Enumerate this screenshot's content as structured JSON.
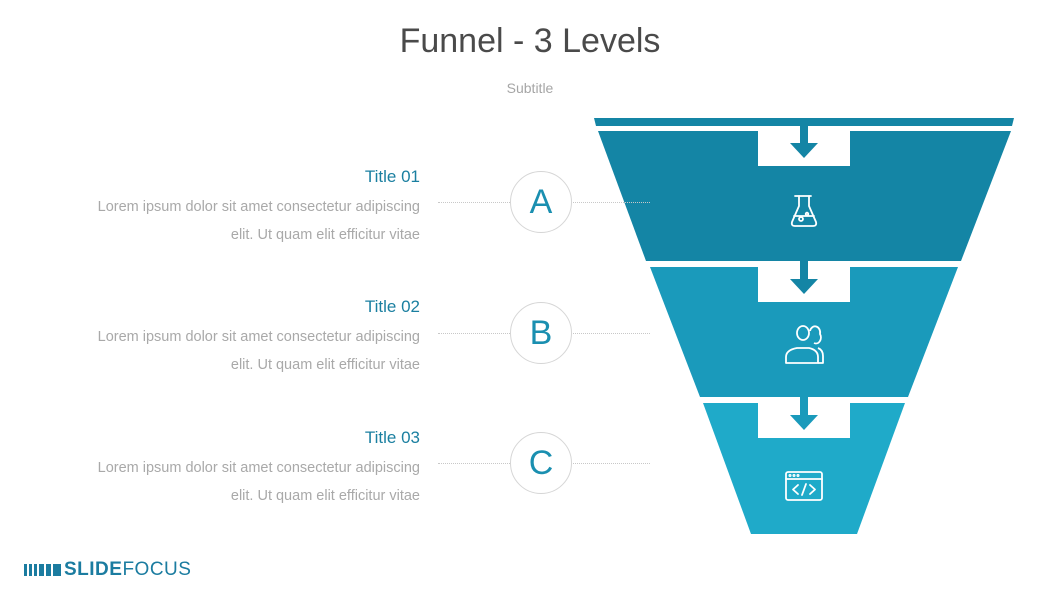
{
  "header": {
    "title": "Funnel - 3 Levels",
    "subtitle": "Subtitle"
  },
  "levels": [
    {
      "letter": "A",
      "title": "Title 01",
      "desc_line1": "Lorem ipsum dolor sit amet consectetur adipiscing",
      "desc_line2": "elit. Ut quam elit efficitur vitae",
      "icon": "flask-icon",
      "color": "#1485a5"
    },
    {
      "letter": "B",
      "title": "Title 02",
      "desc_line1": "Lorem ipsum dolor sit amet consectetur adipiscing",
      "desc_line2": "elit. Ut quam elit efficitur vitae",
      "icon": "users-icon",
      "color": "#1a9abb"
    },
    {
      "letter": "C",
      "title": "Title 03",
      "desc_line1": "Lorem ipsum dolor sit amet consectetur adipiscing",
      "desc_line2": "elit. Ut quam elit efficitur vitae",
      "icon": "code-window-icon",
      "color": "#1faac9"
    }
  ],
  "colors": {
    "accent": "#1a7fa0",
    "top_bar": "#1485a5",
    "circle_text": "#1a8fb0"
  },
  "brand": {
    "logo_bold": "SLIDE",
    "logo_regular": "FOCUS"
  }
}
